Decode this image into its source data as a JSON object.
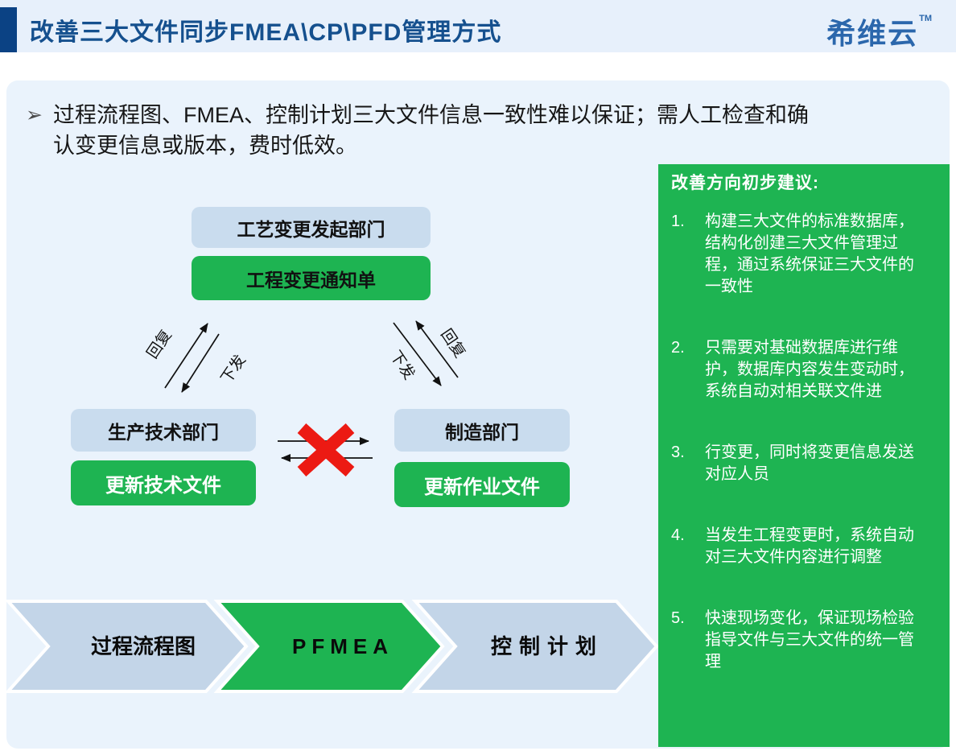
{
  "header": {
    "title": "改善三大文件同步FMEA\\CP\\PFD管理方式",
    "logo": "希维云",
    "logo_tm": "TM"
  },
  "problem": {
    "bullet": "➢",
    "text": "过程流程图、FMEA、控制计划三大文件信息一致性难以保证；需人工检查和确认变更信息或版本，费时低效。"
  },
  "flow": {
    "top_dept": "工艺变更发起部门",
    "notice": "工程变更通知单",
    "left_dept": "生产技术部门",
    "left_action": "更新技术文件",
    "right_dept": "制造部门",
    "right_action": "更新作业文件",
    "left_reply_label": "回复",
    "left_issue_label": "下发",
    "right_reply_label": "回复",
    "right_issue_label": "下发"
  },
  "chevrons": {
    "items": [
      {
        "label": "过程流程图"
      },
      {
        "label": "PFMEA"
      },
      {
        "label": "控制计划"
      }
    ]
  },
  "panel": {
    "title": "改善方向初步建议:",
    "items": [
      {
        "num": "1.",
        "text": "构建三大文件的标准数据库，结构化创建三大文件管理过程，通过系统保证三大文件的一致性"
      },
      {
        "num": "2.",
        "text": "只需要对基础数据库进行维护，数据库内容发生变动时，系统自动对相关联文件进"
      },
      {
        "num": "3.",
        "text": "行变更，同时将变更信息发送对应人员"
      },
      {
        "num": "4.",
        "text": "当发生工程变更时，系统自动对三大文件内容进行调整"
      },
      {
        "num": "5.",
        "text": "快速现场变化，保证现场检验指导文件与三大文件的统一管理"
      }
    ]
  },
  "colors": {
    "header_bg": "#e7f0fb",
    "navy_bar": "#0b4284",
    "title_blue": "#15508e",
    "logo_blue": "#2b67ac",
    "panel_bg": "#eaf3fc",
    "box_light_blue": "#c9dcee",
    "chevron_blue": "#c3d5e8",
    "green": "#1eb452",
    "red_x": "#ec1a13"
  }
}
